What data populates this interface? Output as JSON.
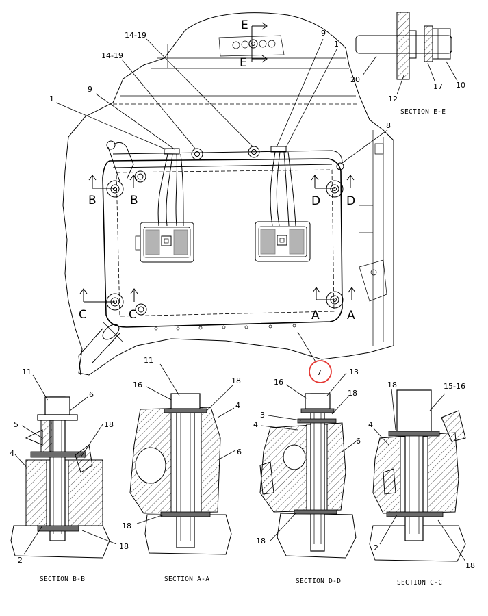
{
  "main_view": {
    "callouts": {
      "c14_19_a": "14-19",
      "c14_19_b": "14-19",
      "c9_left": "9",
      "c9_right": "9",
      "c1_left": "1",
      "c1_right": "1",
      "c8": "8",
      "c7": "7"
    },
    "section_marks": {
      "E_top": "E",
      "E_bottom": "E",
      "B_left": "B",
      "B_right": "B",
      "D_left": "D",
      "D_right": "D",
      "C_left": "C",
      "C_right": "C",
      "A_left": "A",
      "A_right": "A"
    },
    "highlight_color": "#e53935"
  },
  "section_ee": {
    "title": "SECTION E-E",
    "callouts": {
      "c20": "20",
      "c12": "12",
      "c17": "17",
      "c10": "10"
    }
  },
  "section_bb": {
    "title": "SECTION B-B",
    "callouts": {
      "c11": "11",
      "c6": "6",
      "c5": "5",
      "c18_top": "18",
      "c4": "4",
      "c2": "2",
      "c18_bottom": "18"
    }
  },
  "section_aa": {
    "title": "SECTION A-A",
    "callouts": {
      "c11": "11",
      "c16": "16",
      "c18_top": "18",
      "c4": "4",
      "c6": "6",
      "c18_bottom": "18"
    }
  },
  "section_dd": {
    "title": "SECTION D-D",
    "callouts": {
      "c16": "16",
      "c13": "13",
      "c18_top": "18",
      "c3": "3",
      "c4": "4",
      "c6": "6",
      "c18_bottom": "18"
    }
  },
  "section_cc": {
    "title": "SECTION C-C",
    "callouts": {
      "c18_top": "18",
      "c15_16": "15-16",
      "c4": "4",
      "c2": "2",
      "c18_bottom": "18"
    }
  }
}
